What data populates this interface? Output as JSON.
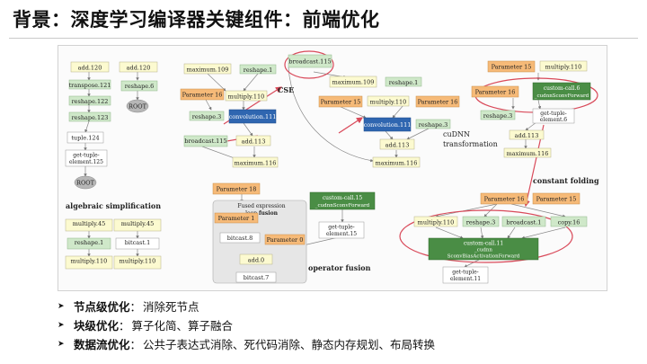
{
  "slide": {
    "title": "背景：深度学习编译器关键组件：前端优化"
  },
  "diagram": {
    "nodes": {
      "add120a": "add.120",
      "add120b": "add.120",
      "transpose": "transpose.121",
      "reshape122": "reshape.122",
      "reshape123": "reshape.123",
      "tuple124": "tuple.124",
      "gte125a": "get-tuple-",
      "gte125b": "element.125",
      "root1": "ROOT",
      "root2": "ROOT",
      "reshape6": "reshape.6",
      "maximum109": "maximum.109",
      "reshape1a": "reshape.1",
      "param16a": "Parameter 16",
      "multiply110a": "multiply.110",
      "reshape3a": "reshape.3",
      "conv111a": "convolution.111",
      "broadcast115a": "broadcast.115",
      "add113a": "add.113",
      "maximum116a": "maximum.116",
      "broadcast115b": "broadcast.115",
      "maximum109b": "maximum.109",
      "reshape1b": "reshape.1",
      "param15a": "Parameter 15",
      "multiply110b": "multiply.110",
      "param16b": "Parameter 16",
      "conv111b": "convolution.111",
      "reshape3b": "reshape.3",
      "add113b": "add.113",
      "maximum116b": "maximum.116",
      "param15b": "Parameter 15",
      "multiply110c": "multiply.110",
      "param16c": "Parameter 16",
      "custom6a": "custom-call.6",
      "custom6b": "_cudnnSconvForward",
      "reshape3c": "reshape.3",
      "gte6a": "get-tuple-",
      "gte6b": "element.6",
      "add113c": "add.113",
      "maximum116c": "maximum.116",
      "param18": "Parameter 18",
      "param1": "Parameter 1",
      "param0": "Parameter 0",
      "bitcast8": "bitcast.8",
      "add0": "add.0",
      "bitcast7": "bitcast.7",
      "custom15a": "custom-call.15",
      "custom15b": "_cudnnSconvForward",
      "gte15a": "get-tuple-",
      "gte15b": "element.15",
      "param16d": "Parameter 16",
      "param15c": "Parameter 15",
      "multiply110d": "multiply.110",
      "reshape3d": "reshape.3",
      "broadcast1": "broadcast.1",
      "copy16": "copy.16",
      "custom11a": "custom-call.11",
      "custom11b": "_cudnn",
      "custom11c": "SconvBiasActivationForward",
      "gte11a": "get-tuple-",
      "gte11b": "element.11",
      "mul45a": "multiply.45",
      "mul45b": "multiply.45",
      "reshape1c": "reshape.1",
      "bitcast1": "bitcast.1",
      "mul110e": "multiply.110",
      "mul110f": "multiply.110"
    },
    "labels": {
      "cse": "CSE",
      "cudnn1": "cuDNN",
      "cudnn2": "transformation",
      "constfold": "constant folding",
      "algsimp": "algebraic simplification",
      "fused1": "Fused expression",
      "fused2a": "loop ",
      "fused2b": "fusion",
      "opfusion": "operator fusion"
    },
    "colors": {
      "parameter": "#f6ba78",
      "op": "#fcfad0",
      "reshape": "#cfe8c9",
      "conv": "#2f66b0",
      "custom": "#4a8d45",
      "root": "#b7b7b7",
      "highlight": "#d94a5a"
    }
  },
  "bullets": [
    {
      "head": "节点级优化",
      "sep": "：",
      "text": "消除死节点"
    },
    {
      "head": "块级优化",
      "sep": "：",
      "text": "算子化简、算子融合"
    },
    {
      "head": "数据流优化",
      "sep": "：",
      "text": "公共子表达式消除、死代码消除、静态内存规划、布局转换"
    }
  ]
}
